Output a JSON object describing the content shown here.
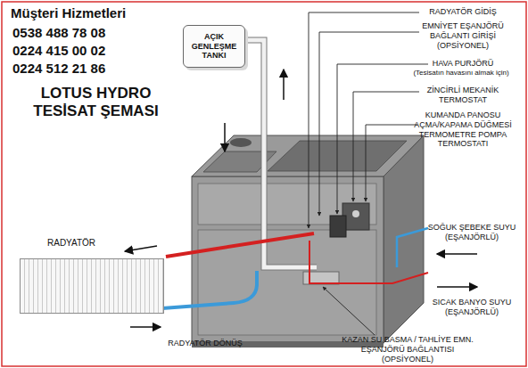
{
  "diagram": {
    "title": "LOTUS HYDRO TESİSAT ŞEMASI",
    "nodes": [
      {
        "text": [
          "AÇIK GENLEŞME TANKI"
        ]
      },
      {
        "text": [
          "RADYATÖR"
        ]
      }
    ],
    "labels": [
      "Müşteri Hizmetleri",
      "0538 488 78 08",
      "0224 415 00 02",
      "0224 512 21 86",
      "RADYATÖR GİDİŞ",
      "EMNİYET EŞANJÖRÜ BAĞLANTI GİRİŞİ (OPSİYONEL)",
      "HAVA PURJÖRÜ",
      "(Tesisatın havasını almak için)",
      "ZİNCİRLİ MEKANİK TERMOSTAT",
      "KUMANDA PANOSU AÇMA/KAPAMA DÜĞMESİ TERMOMETRE POMPA TERMOSTATI",
      "SOĞUK ŞEBEKE SUYU (EŞANJÖRLÜ)",
      "SICAK BANYO SUYU (EŞANJÖRLÜ)",
      "RADYATÖR DÖNÜŞ",
      "KAZAN SU BASMA / TAHLİYE EMN. EŞANJÖRÜ BAĞLANTISI (OPSİYONEL)"
    ]
  }
}
